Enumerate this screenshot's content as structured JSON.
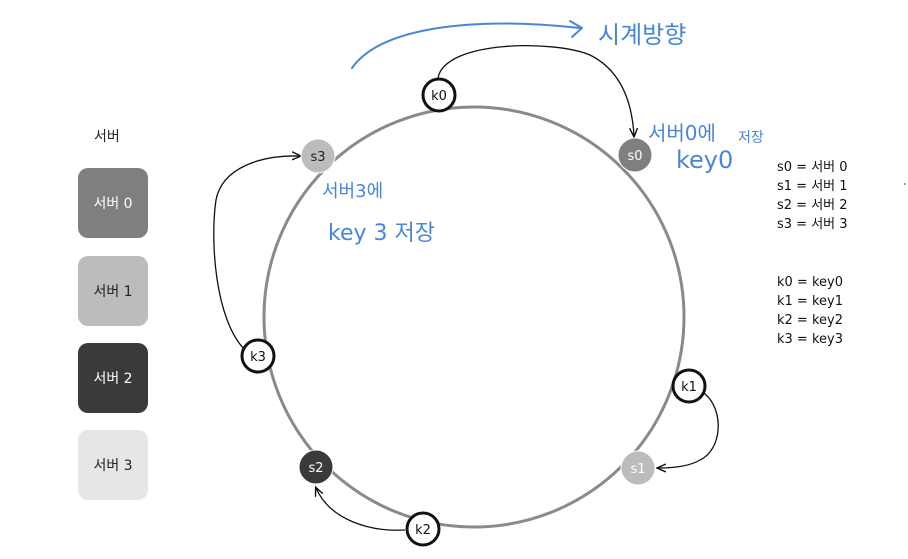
{
  "legend": {
    "title": "서버",
    "servers": [
      {
        "label": "서버 0",
        "color": "#7f7f7f",
        "text_color": "#ffffff"
      },
      {
        "label": "서버 1",
        "color": "#bcbcbc",
        "text_color": "#222222"
      },
      {
        "label": "서버 2",
        "color": "#3a3a3c",
        "text_color": "#ffffff"
      },
      {
        "label": "서버 3",
        "color": "#e6e6e8",
        "text_color": "#222222"
      }
    ]
  },
  "ring": {
    "servers": [
      {
        "label": "s0",
        "color": "#7f7f7f",
        "text_color": "#ffffff"
      },
      {
        "label": "s1",
        "color": "#bcbcbc",
        "text_color": "#ffffff"
      },
      {
        "label": "s2",
        "color": "#3a3a3c",
        "text_color": "#ffffff"
      },
      {
        "label": "s3",
        "color": "#bcbcbc",
        "text_color": "#222222"
      }
    ],
    "keys": [
      {
        "label": "k0"
      },
      {
        "label": "k1"
      },
      {
        "label": "k2"
      },
      {
        "label": "k3"
      }
    ]
  },
  "annotations": {
    "clockwise": "시계방향",
    "k0_note_line1": "서버0에",
    "k0_note_line2": "key0",
    "k0_note_line3": "저장",
    "k3_note_line1": "서버3에",
    "k3_note_line2": "key 3 저장"
  },
  "server_map": [
    "s0 = 서버 0",
    "s1 = 서버 1",
    "s2 = 서버 2",
    "s3 = 서버 3"
  ],
  "key_map": [
    "k0 = key0",
    "k1 = key1",
    "k2 = key2",
    "k3 = key3"
  ]
}
